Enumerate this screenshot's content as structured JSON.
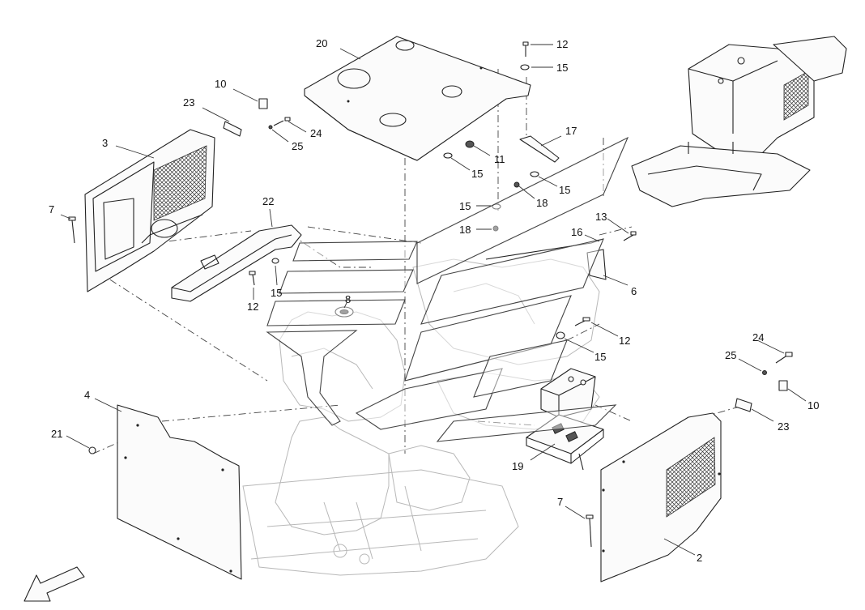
{
  "figure": {
    "callouts": [
      {
        "id": "c20",
        "label": "20"
      },
      {
        "id": "c12a",
        "label": "12"
      },
      {
        "id": "c15a",
        "label": "15"
      },
      {
        "id": "c10a",
        "label": "10"
      },
      {
        "id": "c23a",
        "label": "23"
      },
      {
        "id": "c24a",
        "label": "24"
      },
      {
        "id": "c25a",
        "label": "25"
      },
      {
        "id": "c3",
        "label": "3"
      },
      {
        "id": "c17",
        "label": "17"
      },
      {
        "id": "c11",
        "label": "11"
      },
      {
        "id": "c15b",
        "label": "15"
      },
      {
        "id": "c15c",
        "label": "15"
      },
      {
        "id": "c18a",
        "label": "18"
      },
      {
        "id": "c15d",
        "label": "15"
      },
      {
        "id": "c18b",
        "label": "18"
      },
      {
        "id": "c7a",
        "label": "7"
      },
      {
        "id": "c22",
        "label": "22"
      },
      {
        "id": "c13",
        "label": "13"
      },
      {
        "id": "c16",
        "label": "16"
      },
      {
        "id": "c15e",
        "label": "15"
      },
      {
        "id": "c12b",
        "label": "12"
      },
      {
        "id": "c6",
        "label": "6"
      },
      {
        "id": "c8",
        "label": "8"
      },
      {
        "id": "c12c",
        "label": "12"
      },
      {
        "id": "c15f",
        "label": "15"
      },
      {
        "id": "c24b",
        "label": "24"
      },
      {
        "id": "c25b",
        "label": "25"
      },
      {
        "id": "c10b",
        "label": "10"
      },
      {
        "id": "c23b",
        "label": "23"
      },
      {
        "id": "c4",
        "label": "4"
      },
      {
        "id": "c21",
        "label": "21"
      },
      {
        "id": "c19",
        "label": "19"
      },
      {
        "id": "c7b",
        "label": "7"
      },
      {
        "id": "c2",
        "label": "2"
      }
    ],
    "direction_arrow": "front-direction-arrow"
  }
}
